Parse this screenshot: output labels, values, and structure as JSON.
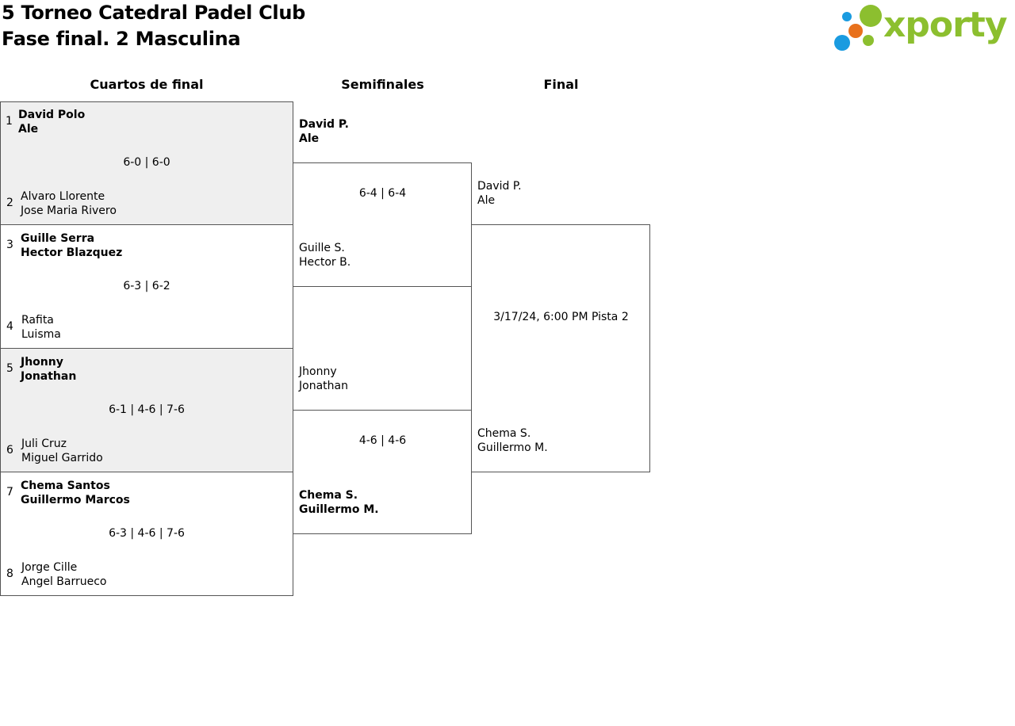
{
  "header": {
    "title_line1": "5 Torneo Catedral Padel Club",
    "title_line2": "Fase final. 2 Masculina"
  },
  "logo": {
    "text": "xporty",
    "colors": {
      "green": "#8cbf2f",
      "blue": "#1a9be0",
      "orange": "#e8711c"
    }
  },
  "columns": {
    "quarterfinals": "Cuartos de final",
    "semifinals": "Semifinales",
    "final": "Final"
  },
  "quarterfinals": [
    {
      "seed_a": "1",
      "team_a": [
        "David Polo",
        "Ale"
      ],
      "seed_b": "2",
      "team_b": [
        "Alvaro Llorente",
        "Jose Maria Rivero"
      ],
      "score": "6-0 | 6-0",
      "winner": "a"
    },
    {
      "seed_a": "3",
      "team_a": [
        "Guille Serra",
        "Hector Blazquez"
      ],
      "seed_b": "4",
      "team_b": [
        "Rafita",
        "Luisma"
      ],
      "score": "6-3 | 6-2",
      "winner": "a"
    },
    {
      "seed_a": "5",
      "team_a": [
        "Jhonny",
        "Jonathan"
      ],
      "seed_b": "6",
      "team_b": [
        "Juli Cruz",
        "Miguel Garrido"
      ],
      "score": "6-1 | 4-6 | 7-6",
      "winner": "a"
    },
    {
      "seed_a": "7",
      "team_a": [
        "Chema Santos",
        "Guillermo Marcos"
      ],
      "seed_b": "8",
      "team_b": [
        "Jorge Cille",
        "Angel Barrueco"
      ],
      "score": "6-3 | 4-6 | 7-6",
      "winner": "a"
    }
  ],
  "semifinals": [
    {
      "team_a": [
        "David P.",
        "Ale"
      ],
      "team_b": [
        "Guille S.",
        "Hector B."
      ],
      "score": "6-4 | 6-4",
      "winner": "a"
    },
    {
      "team_a": [
        "Jhonny",
        "Jonathan"
      ],
      "team_b": [
        "Chema S.",
        "Guillermo M."
      ],
      "score": "4-6 | 4-6",
      "winner": "b"
    }
  ],
  "final": {
    "team_a": [
      "David P.",
      "Ale"
    ],
    "team_b": [
      "Chema S.",
      "Guillermo M."
    ],
    "schedule": "3/17/24, 6:00 PM Pista 2"
  }
}
